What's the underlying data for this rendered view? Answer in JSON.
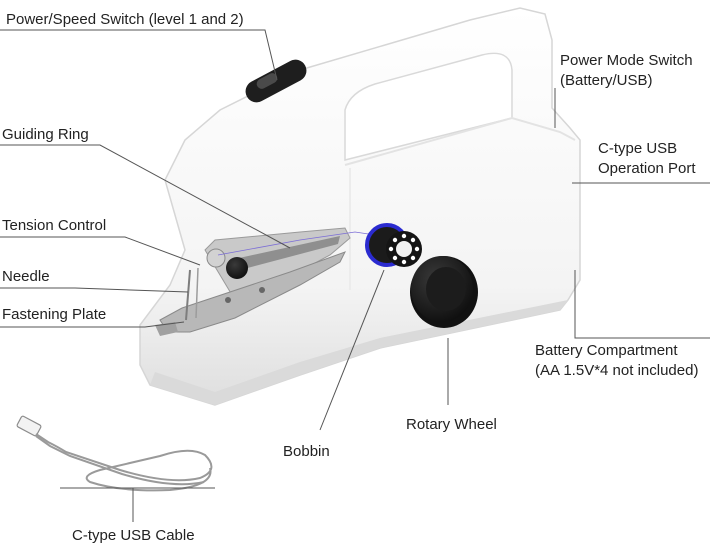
{
  "labels": {
    "power_speed_switch": "Power/Speed Switch (level 1 and 2)",
    "power_mode_switch": "Power Mode Switch\n(Battery/USB)",
    "guiding_ring": "Guiding Ring",
    "ctype_port": "C-type USB\nOperation Port",
    "tension_control": "Tension Control",
    "needle": "Needle",
    "fastening_plate": "Fastening Plate",
    "battery_compartment": "Battery Compartment\n(AA 1.5V*4 not included)",
    "rotary_wheel": "Rotary Wheel",
    "bobbin": "Bobbin",
    "usb_cable": "C-type USB Cable"
  },
  "colors": {
    "body": "#f7f7f7",
    "body_shadow": "#dcdcdc",
    "knob": "#1a1a1a",
    "bobbin_ring": "#2b2bd0",
    "leader_line": "#555555"
  }
}
